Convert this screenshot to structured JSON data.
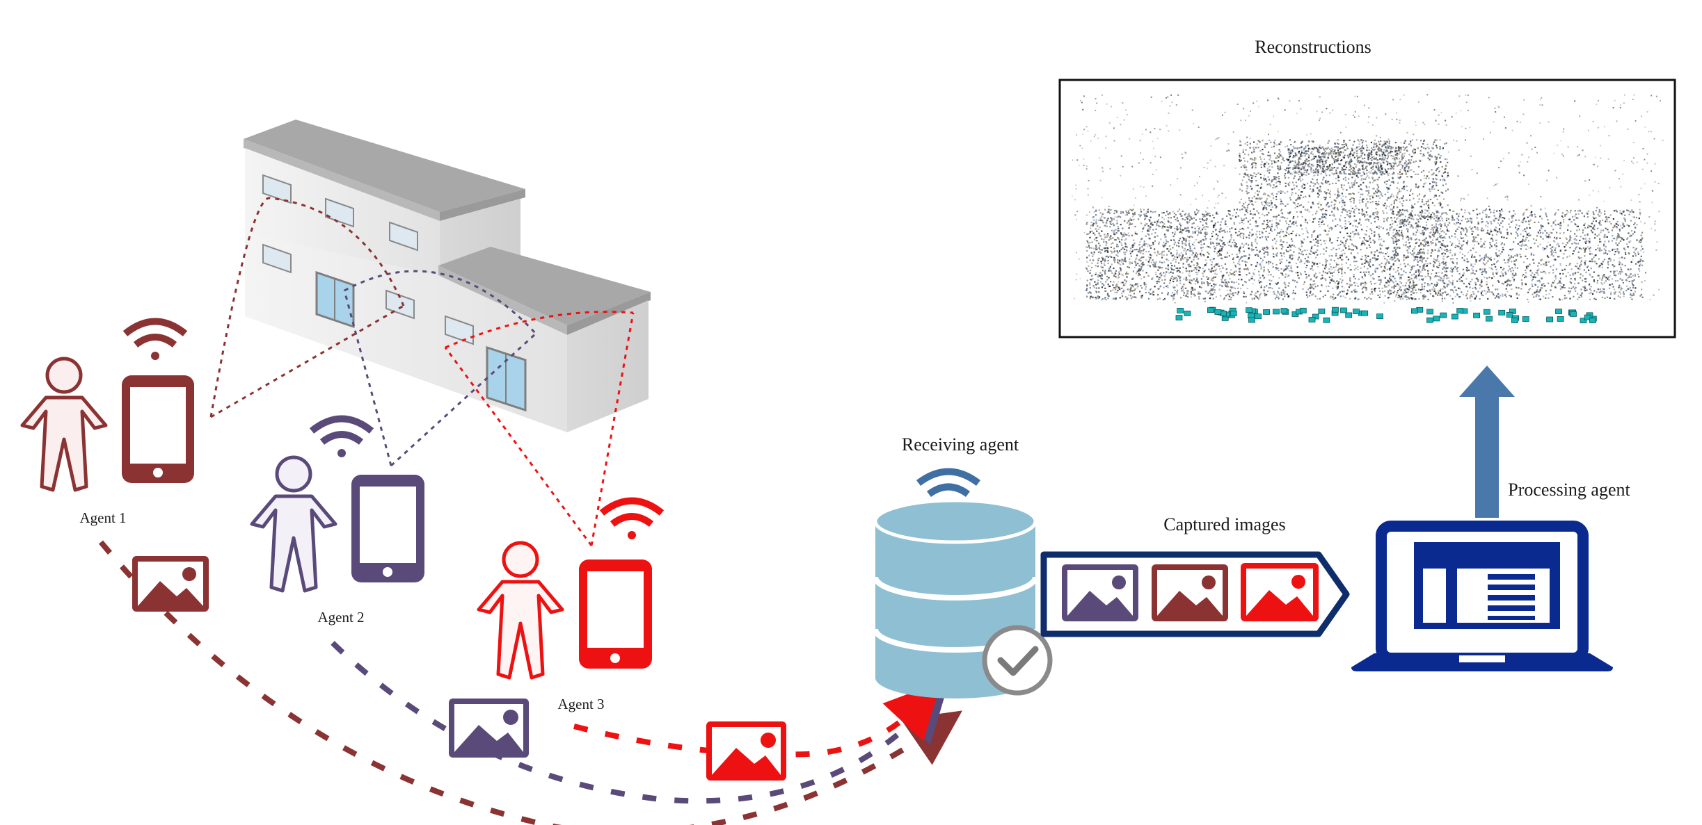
{
  "labels": {
    "reconstructions": "Reconstructions",
    "receiving_agent": "Receiving agent",
    "captured_images": "Captured images",
    "processing_agent": "Processing agent",
    "agent1": "Agent 1",
    "agent2": "Agent 2",
    "agent3": "Agent 3"
  },
  "colors": {
    "agent1": "#8b3232",
    "agent2": "#5a4a7a",
    "agent3": "#ee1111",
    "receiver": "#8fbfd2",
    "wifi_receiver": "#3f6fa3",
    "processor": "#0b2a8f",
    "arrow_up": "#4a78aa",
    "point_cloud_cams": "#19b4b8"
  },
  "icons": {
    "person": "person-icon",
    "phone": "smartphone-icon",
    "wifi": "wifi-icon",
    "image": "image-icon",
    "database": "database-icon",
    "check": "check-icon",
    "laptop": "laptop-icon",
    "building": "building-icon"
  }
}
